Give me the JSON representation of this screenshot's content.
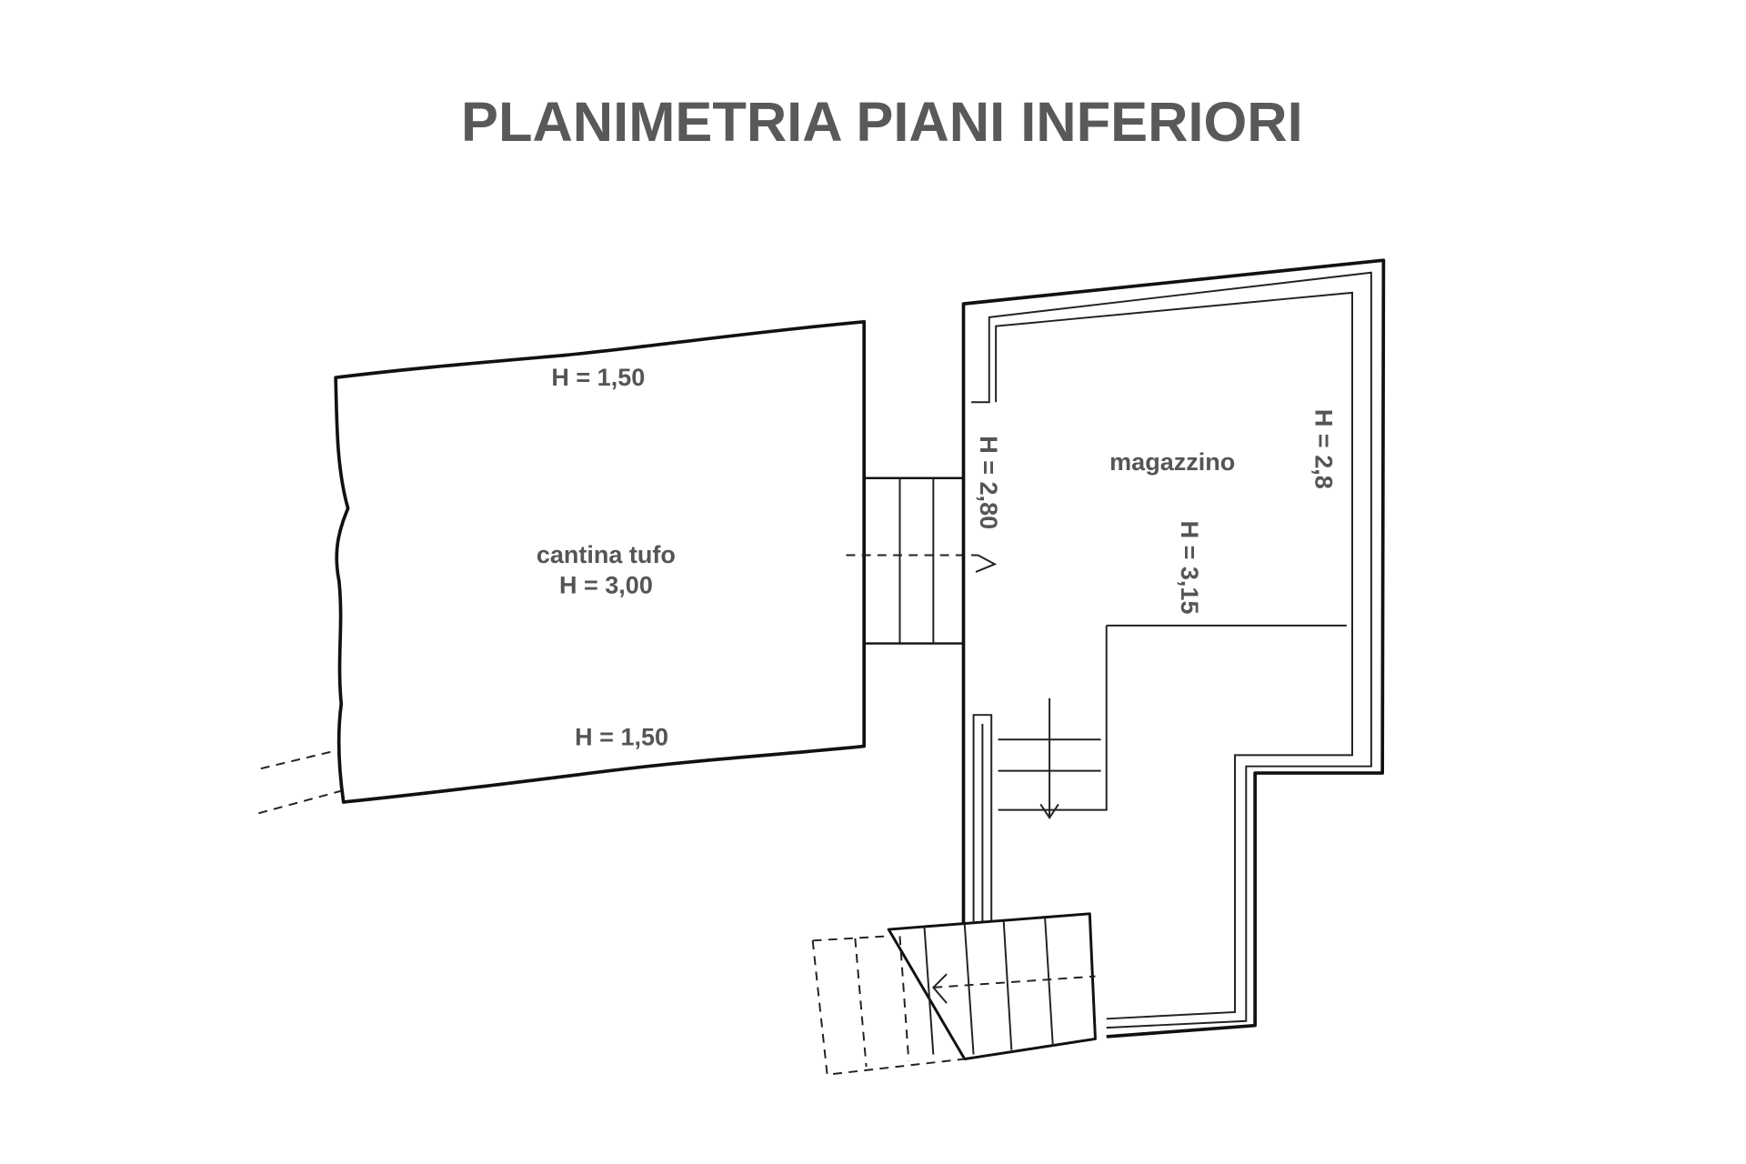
{
  "title": "PLANIMETRIA PIANI INFERIORI",
  "rooms": {
    "cantina": {
      "name": "cantina tufo",
      "height": "H = 3,00",
      "top_height": "H = 1,50",
      "bottom_height": "H = 1,50"
    },
    "magazzino": {
      "name": "magazzino",
      "left_height": "H = 2,80",
      "right_height": "H = 2,8",
      "center_height": "H = 3,15"
    }
  },
  "colors": {
    "title": "#58595b",
    "labels": "#555555",
    "lines": "#111111"
  }
}
